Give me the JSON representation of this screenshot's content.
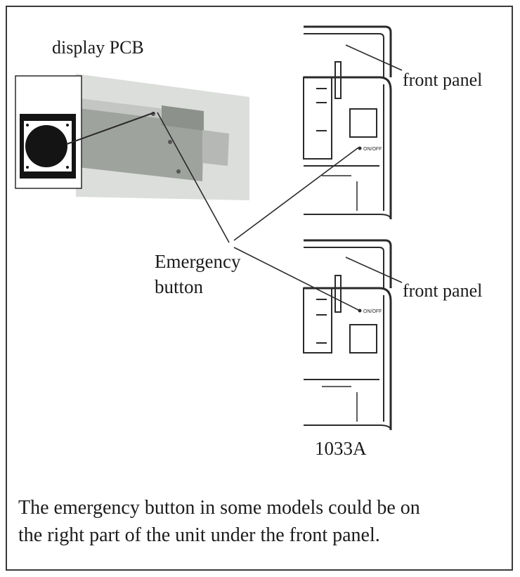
{
  "labels": {
    "display_pcb": "display PCB",
    "front_panel_top": "front panel",
    "front_panel_bottom": "front panel",
    "emergency_line1": "Emergency",
    "emergency_line2": "button",
    "model": "1033A",
    "onoff_tiny": "ON/OFF"
  },
  "caption": {
    "line1": "The  emergency  button  in some models could be on",
    "line2": "the right part of the unit under the front panel."
  },
  "colors": {
    "line": "#2a2a2a",
    "pcb_bg": "#d9dbd8",
    "pcb_body": "#a9aca8",
    "pcb_black": "#111111"
  }
}
